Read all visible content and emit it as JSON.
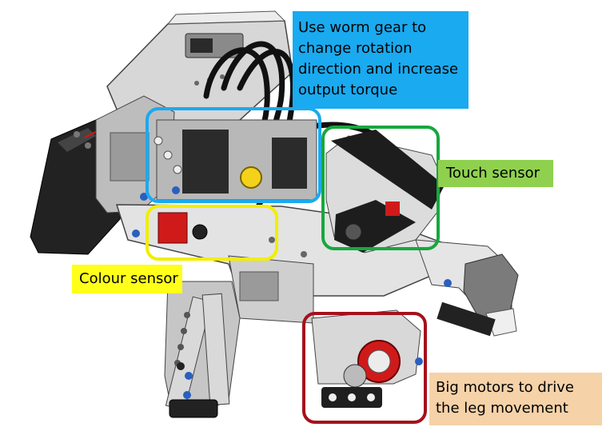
{
  "colors": {
    "blue_callout": "#1aaaf0",
    "green_box": "#16a83e",
    "green_callout": "#8fd14f",
    "yellow_callout": "#ffff1a",
    "red_box": "#a5101c",
    "peach_callout": "#f6d2a8"
  },
  "callouts": {
    "worm_gear": {
      "lines": [
        "Use worm gear to",
        "change rotation",
        "direction and increase",
        "output torque"
      ]
    },
    "touch_sensor": {
      "lines": [
        "Touch sensor"
      ]
    },
    "colour_sensor": {
      "lines": [
        "Colour sensor"
      ]
    },
    "big_motors": {
      "lines": [
        "Big motors to drive",
        "the leg movement"
      ]
    }
  }
}
